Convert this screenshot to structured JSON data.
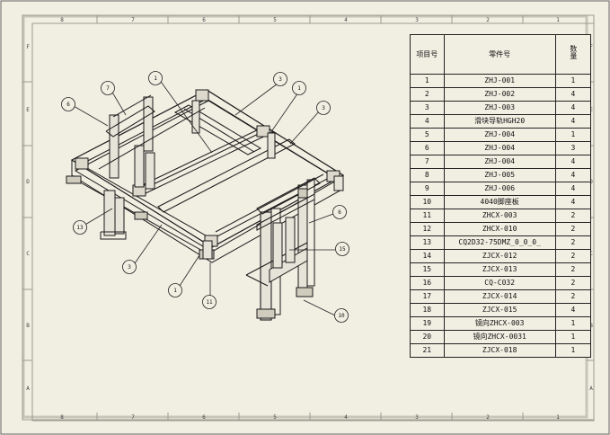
{
  "zones": {
    "top": [
      "8",
      "7",
      "6",
      "5",
      "4",
      "3",
      "2",
      "1"
    ],
    "bottom": [
      "8",
      "7",
      "6",
      "5",
      "4",
      "3",
      "2",
      "1"
    ],
    "left": [
      "F",
      "E",
      "D",
      "C",
      "B",
      "A"
    ],
    "right": [
      "F",
      "E",
      "D",
      "C",
      "B",
      "A"
    ]
  },
  "bom": {
    "headers": {
      "item_no": "项目号",
      "part_no": "零件号",
      "qty": "数量"
    },
    "rows": [
      {
        "no": "1",
        "part": "ZHJ-001",
        "qty": "1"
      },
      {
        "no": "2",
        "part": "ZHJ-002",
        "qty": "4"
      },
      {
        "no": "3",
        "part": "ZHJ-003",
        "qty": "4"
      },
      {
        "no": "4",
        "part": "滑块导轨HGH20",
        "qty": "4"
      },
      {
        "no": "5",
        "part": "ZHJ-004",
        "qty": "1"
      },
      {
        "no": "6",
        "part": "ZHJ-004",
        "qty": "3"
      },
      {
        "no": "7",
        "part": "ZHJ-004",
        "qty": "4"
      },
      {
        "no": "8",
        "part": "ZHJ-005",
        "qty": "4"
      },
      {
        "no": "9",
        "part": "ZHJ-006",
        "qty": "4"
      },
      {
        "no": "10",
        "part": "4040脚座板",
        "qty": "4"
      },
      {
        "no": "11",
        "part": "ZHCX-003",
        "qty": "2"
      },
      {
        "no": "12",
        "part": "ZHCX-010",
        "qty": "2"
      },
      {
        "no": "13",
        "part": "CQ2D32-75DMZ_0_0_0_",
        "qty": "2"
      },
      {
        "no": "14",
        "part": "ZJCX-012",
        "qty": "2"
      },
      {
        "no": "15",
        "part": "ZJCX-013",
        "qty": "2"
      },
      {
        "no": "16",
        "part": "CQ-C032",
        "qty": "2"
      },
      {
        "no": "17",
        "part": "ZJCX-014",
        "qty": "2"
      },
      {
        "no": "18",
        "part": "ZJCX-015",
        "qty": "4"
      },
      {
        "no": "19",
        "part": "镜向ZHCX-003",
        "qty": "1"
      },
      {
        "no": "20",
        "part": "镜向ZHCX-0031",
        "qty": "1"
      },
      {
        "no": "21",
        "part": "ZJCX-018",
        "qty": "1"
      }
    ]
  },
  "balloons": [
    "1",
    "3",
    "1",
    "3",
    "6",
    "7",
    "13",
    "3",
    "1",
    "11",
    "6",
    "15",
    "10"
  ]
}
